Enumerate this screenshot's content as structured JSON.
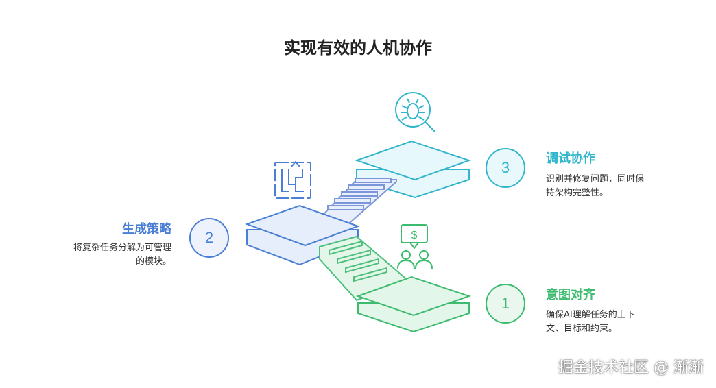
{
  "title": "实现有效的人机协作",
  "steps": [
    {
      "number": "1",
      "title": "意图对齐",
      "desc_lines": [
        "确保AI理解任务的上下",
        "文、目标和约束。"
      ],
      "color": "#3dbb6e",
      "fill": "#dff5e7",
      "icon": "dollar-chat-people-icon"
    },
    {
      "number": "2",
      "title": "生成策略",
      "desc_lines": [
        "将复杂任务分解为可管理",
        "的模块。"
      ],
      "color": "#4a7fd6",
      "fill": "#e3ecfb",
      "icon": "maze-icon"
    },
    {
      "number": "3",
      "title": "调试协作",
      "desc_lines": [
        "识别并修复问题，同时保",
        "持架构完整性。"
      ],
      "color": "#2fb6cc",
      "fill": "#e2f6fa",
      "icon": "bug-magnifier-icon"
    }
  ],
  "watermark": "掘金技术社区 @ 渐渐"
}
